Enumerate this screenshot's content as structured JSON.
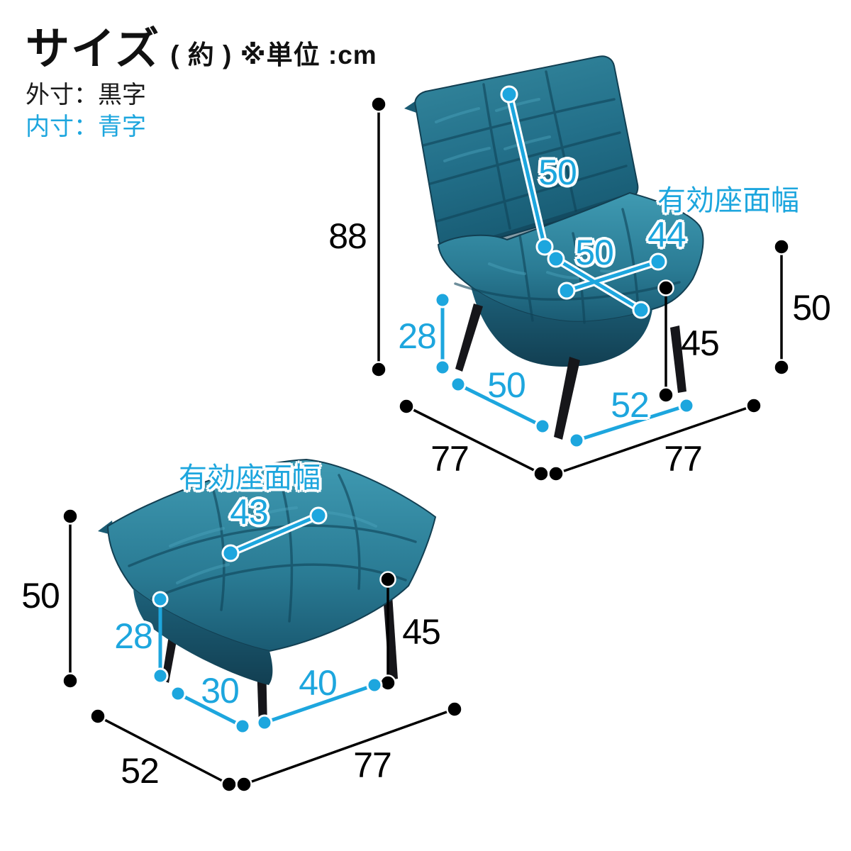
{
  "title": {
    "main": "サイズ",
    "note": "( 約 ) ※単位 :cm"
  },
  "legend": {
    "outer": "外寸：黒字",
    "inner": "内寸：青字"
  },
  "unit": "cm",
  "colors": {
    "dimension_blue": "#1da6de",
    "dimension_black": "#000000",
    "fabric_teal": "#26748f",
    "leg_black": "#16161a"
  },
  "chair": {
    "effective_seat_width_label": "有効座面幅",
    "dims": {
      "overall_height": "88",
      "backrest_inner_height": "50",
      "effective_seat_width": "44",
      "seat_inner_depth": "50",
      "under_seat_clearance": "28",
      "seat_height": "45",
      "seat_side_height": "50",
      "inner_leg_width": "50",
      "inner_leg_depth": "52",
      "overall_depth": "77",
      "overall_width": "77"
    }
  },
  "ottoman": {
    "effective_seat_width_label": "有効座面幅",
    "dims": {
      "effective_seat_width": "43",
      "overall_height": "50",
      "under_seat_clearance": "28",
      "seat_height": "45",
      "inner_leg_depth": "30",
      "inner_leg_width": "40",
      "overall_depth": "52",
      "overall_width": "77"
    }
  }
}
